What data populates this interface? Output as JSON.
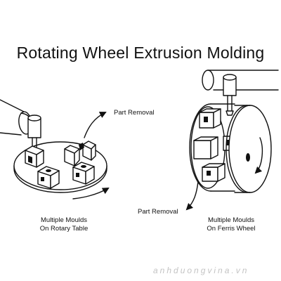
{
  "title": "Rotating Wheel Extrusion Molding",
  "rotary": {
    "part_removal": "Part Removal",
    "caption_line1": "Multiple Moulds",
    "caption_line2": "On Rotary Table"
  },
  "ferris": {
    "part_removal": "Part Removal",
    "caption_line1": "Multiple Moulds",
    "caption_line2": "On Ferris Wheel"
  },
  "watermark": "anhduongvina.vn",
  "colors": {
    "ink": "#111111",
    "paper": "#ffffff",
    "watermark": "#c4c4c4"
  }
}
